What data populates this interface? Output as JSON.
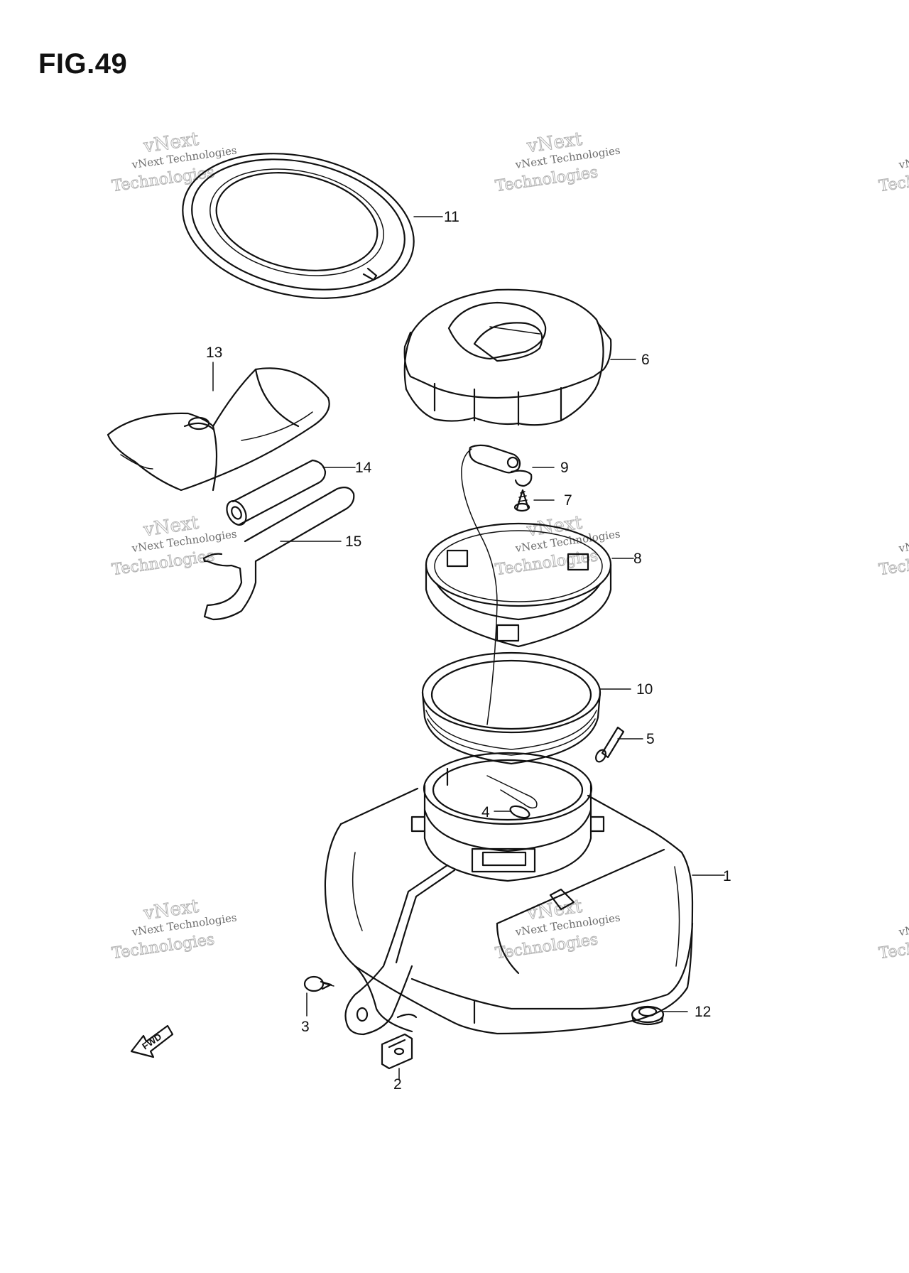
{
  "figure": {
    "title": "FIG.49"
  },
  "callouts": [
    {
      "id": "1",
      "label": "1"
    },
    {
      "id": "2",
      "label": "2"
    },
    {
      "id": "3",
      "label": "3"
    },
    {
      "id": "4",
      "label": "4"
    },
    {
      "id": "5",
      "label": "5"
    },
    {
      "id": "6",
      "label": "6"
    },
    {
      "id": "7",
      "label": "7"
    },
    {
      "id": "8",
      "label": "8"
    },
    {
      "id": "9",
      "label": "9"
    },
    {
      "id": "10",
      "label": "10"
    },
    {
      "id": "11",
      "label": "11"
    },
    {
      "id": "12",
      "label": "12"
    },
    {
      "id": "13",
      "label": "13"
    },
    {
      "id": "14",
      "label": "14"
    },
    {
      "id": "15",
      "label": "15"
    }
  ],
  "direction_marker": {
    "text": "FWD"
  },
  "watermark": {
    "line1": "vNext Technologies",
    "line2": "vNext",
    "line3": "Technologies"
  },
  "colors": {
    "ink": "#111111",
    "watermark": "#b4b4b4",
    "background": "#ffffff"
  }
}
